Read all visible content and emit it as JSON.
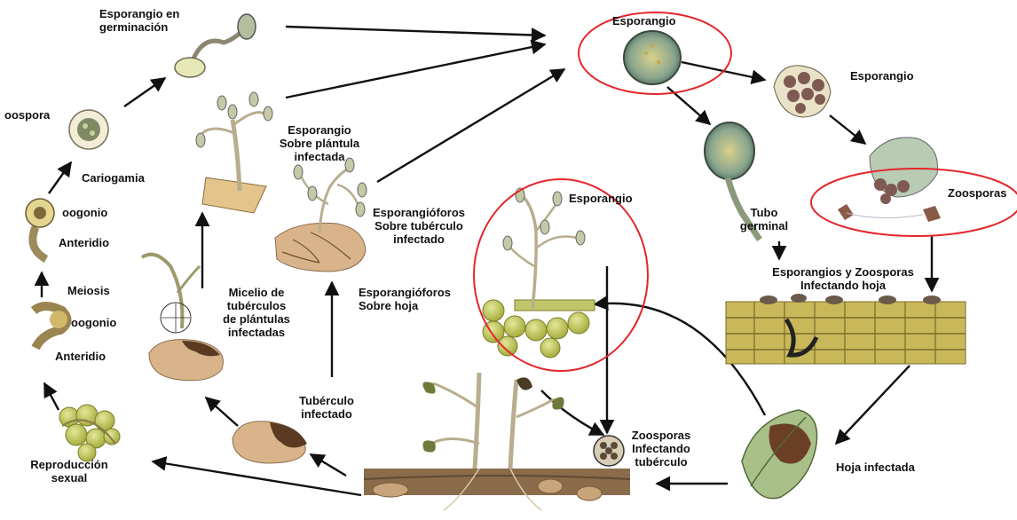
{
  "diagram": {
    "labels": {
      "esporangio_germinacion": "Esporangio en\ngerminación",
      "oospora": "oospora",
      "cariogamia": "Cariogamia",
      "oogonio_top": "oogonio",
      "anteridio_top": "Anteridio",
      "meiosis": "Meiosis",
      "oogonio_bottom": "oogonio",
      "anteridio_bottom": "Anteridio",
      "reproduccion_sexual": "Reproducción\nsexual",
      "esporangio_plantula": "Esporangio\nSobre plántula\ninfectada",
      "micelio": "Micelio de\ntubérculos\nde plántulas\ninfectadas",
      "esporangioforos_tuberculo": "Esporangióforos\nSobre tubérculo\ninfectado",
      "tuberculo_infectado": "Tubérculo\ninfectado",
      "esporangio_hoja": "Esporangio",
      "esporangioforos_hoja": "Esporangióforos\nSobre hoja",
      "esporangio_top": "Esporangio",
      "esporangio_right": "Esporangio",
      "tubo_germinal": "Tubo\ngerminal",
      "zoosporas": "Zoosporas",
      "esporangios_zoosporas": "Esporangios y Zoosporas\nInfectando hoja",
      "zoosporas_tuberculo": "Zoosporas\nInfectando\ntubérculo",
      "hoja_infectada": "Hoja infectada"
    },
    "colors": {
      "highlight_ring": "#e3262b",
      "arrow": "#111111",
      "tuber": "#d9b48a",
      "tuber_lesion": "#5a3b22",
      "leaf_cell": "#c9b85a",
      "cell_green": "#c7cf6a",
      "stem": "#b9ad8e",
      "sporangium": "#c4c9a7"
    }
  }
}
